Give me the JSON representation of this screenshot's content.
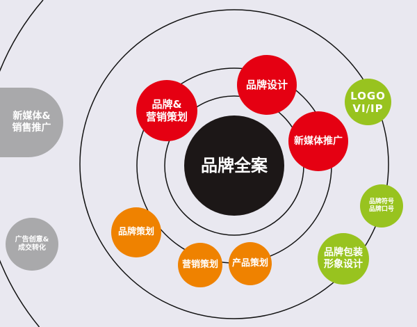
{
  "center": {
    "label": "品牌全案"
  },
  "red_nodes": [
    {
      "lines": [
        "品牌&",
        "营销策划"
      ]
    },
    {
      "lines": [
        "品牌设计"
      ]
    },
    {
      "lines": [
        "新媒体推广"
      ]
    }
  ],
  "orange_nodes": [
    {
      "lines": [
        "品牌策划"
      ]
    },
    {
      "lines": [
        "营销策划"
      ]
    },
    {
      "lines": [
        "产品策划"
      ]
    }
  ],
  "green_nodes": [
    {
      "lines": [
        "LOGO",
        "VI/IP"
      ]
    },
    {
      "lines": [
        "品牌符号",
        "品牌口号"
      ]
    },
    {
      "lines": [
        "品牌包装",
        "形象设计"
      ]
    }
  ],
  "grey_nodes": [
    {
      "lines": [
        "新媒体&",
        "销售推广"
      ]
    },
    {
      "lines": [
        "广告创意&",
        "成交转化"
      ]
    }
  ],
  "colors": {
    "background": "#e9e8f0",
    "red": "#e50012",
    "orange": "#ef8200",
    "green": "#98c31f",
    "grey": "#a9a9ab",
    "center": "#1c1717"
  }
}
